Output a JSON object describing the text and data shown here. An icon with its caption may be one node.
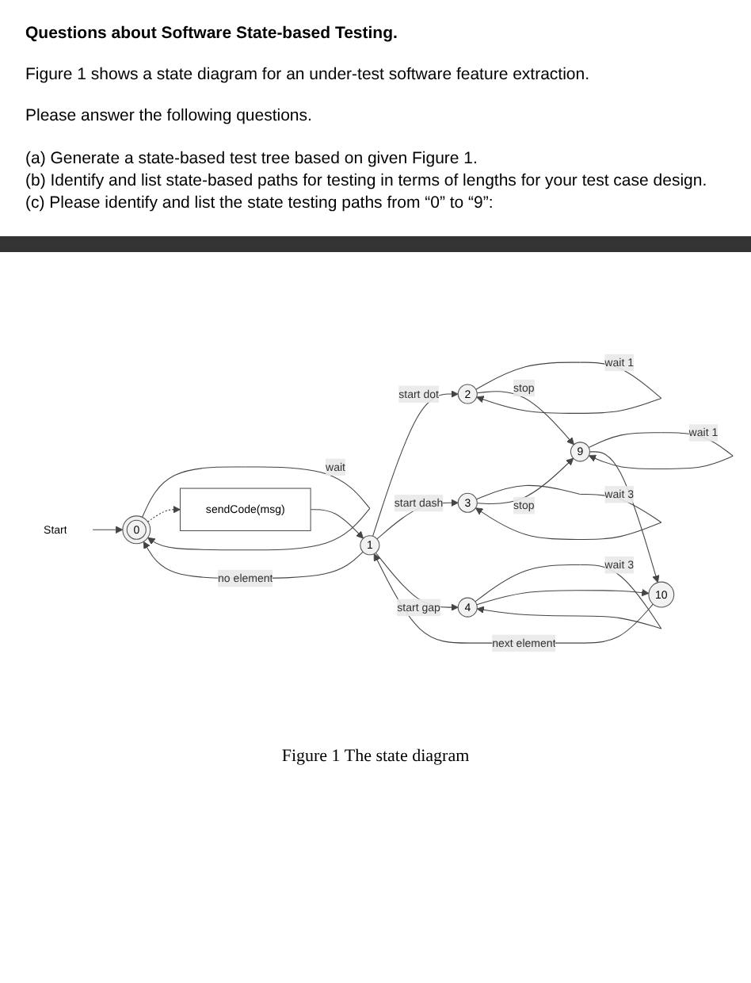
{
  "diagram": {
    "title": "Questions about Software State-based Testing.",
    "caption": "Figure 1 The state diagram",
    "nodes": [
      {
        "text": [
          "Start"
        ]
      },
      {
        "text": [
          "0"
        ]
      },
      {
        "text": [
          "sendCode(msg)"
        ]
      },
      {
        "text": [
          "1"
        ]
      },
      {
        "text": [
          "2"
        ]
      },
      {
        "text": [
          "3"
        ]
      },
      {
        "text": [
          "4"
        ]
      },
      {
        "text": [
          "9"
        ]
      },
      {
        "text": [
          "10"
        ]
      }
    ],
    "edges": [
      {
        "from": 0,
        "to": 1,
        "arrow": "to"
      },
      {
        "from": 1,
        "to": 1,
        "arrow": "to",
        "label": "wait"
      },
      {
        "from": 1,
        "to": 2,
        "arrow": "to",
        "style": "dashed"
      },
      {
        "from": 2,
        "to": 3,
        "arrow": "to"
      },
      {
        "from": 3,
        "to": 1,
        "arrow": "to",
        "label": "no element"
      },
      {
        "from": 3,
        "to": 4,
        "arrow": "to",
        "label": "start dot"
      },
      {
        "from": 3,
        "to": 5,
        "arrow": "to",
        "label": "start dash"
      },
      {
        "from": 3,
        "to": 6,
        "arrow": "to",
        "label": "start gap"
      },
      {
        "from": 4,
        "to": 4,
        "arrow": "to",
        "label": "wait 1"
      },
      {
        "from": 5,
        "to": 5,
        "arrow": "to",
        "label": "wait 3"
      },
      {
        "from": 6,
        "to": 6,
        "arrow": "to",
        "label": "wait 3"
      },
      {
        "from": 4,
        "to": 7,
        "arrow": "to",
        "label": "stop"
      },
      {
        "from": 5,
        "to": 7,
        "arrow": "to",
        "label": "stop"
      },
      {
        "from": 7,
        "to": 7,
        "arrow": "to",
        "label": "wait 1"
      },
      {
        "from": 7,
        "to": 8,
        "arrow": "to"
      },
      {
        "from": 6,
        "to": 8,
        "arrow": "to"
      },
      {
        "from": 8,
        "to": 3,
        "arrow": "to",
        "label": "next element"
      }
    ],
    "labels": [
      "Figure 1 shows a state diagram for an under-test software feature extraction.",
      "Please answer the following questions.",
      "(a) Generate a state-based test tree based on given Figure 1.",
      "(b) Identify and list state-based paths for testing in terms of lengths for your test case design.",
      "(c) Please identify and list the state testing paths from “0” to “9”:"
    ]
  }
}
